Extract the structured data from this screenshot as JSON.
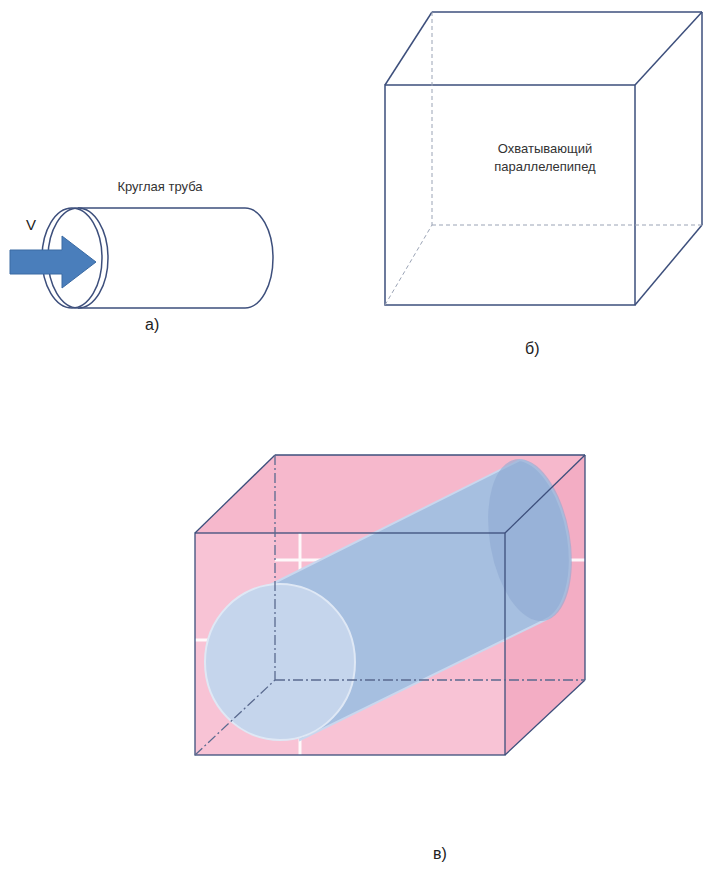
{
  "diagram": {
    "nodes": [
      {
        "text": [
          "Круглая труба"
        ]
      },
      {
        "text": [
          "Охватывающий параллелепипед"
        ]
      }
    ],
    "labels": [
      "V",
      "а)",
      "б)",
      "в)"
    ]
  }
}
